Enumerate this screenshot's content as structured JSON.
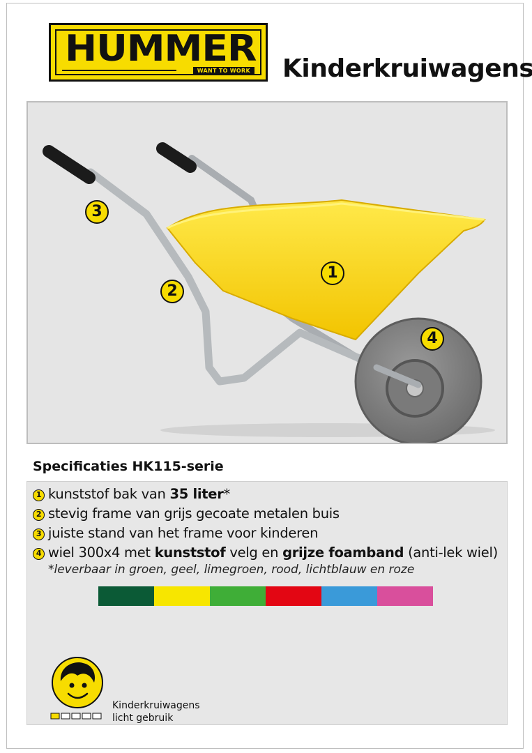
{
  "brand": {
    "name": "HUMMER",
    "tagline": "WANT TO WORK"
  },
  "page_title": "Kinderkruiwagens",
  "callouts": [
    "1",
    "2",
    "3",
    "4"
  ],
  "spec_heading": "Specificaties HK115-serie",
  "specs": [
    {
      "num": "1",
      "pre": "kunststof bak van ",
      "bold1": "35 liter",
      "mid": "*",
      "bold2": "",
      "post": ""
    },
    {
      "num": "2",
      "pre": "stevig frame van grijs gecoate metalen buis",
      "bold1": "",
      "mid": "",
      "bold2": "",
      "post": ""
    },
    {
      "num": "3",
      "pre": "juiste stand van het frame voor kinderen",
      "bold1": "",
      "mid": "",
      "bold2": "",
      "post": ""
    },
    {
      "num": "4",
      "pre": "wiel 300x4 met ",
      "bold1": "kunststof",
      "mid": " velg en ",
      "bold2": "grijze foamband",
      "post": " (anti-lek wiel)"
    }
  ],
  "availability_note": "*leverbaar in groen, geel, limegroen, rood, lichtblauw en roze",
  "color_swatches": [
    "#0b5a36",
    "#f7e600",
    "#3fae37",
    "#e30613",
    "#3a9ad9",
    "#d94f9c"
  ],
  "usage": {
    "line1": "Kinderkruiwagens",
    "line2": "licht gebruik",
    "rating": 1,
    "rating_max": 5
  },
  "colors": {
    "accent_yellow": "#f7dc00",
    "panel_grey": "#e5e5e5"
  }
}
